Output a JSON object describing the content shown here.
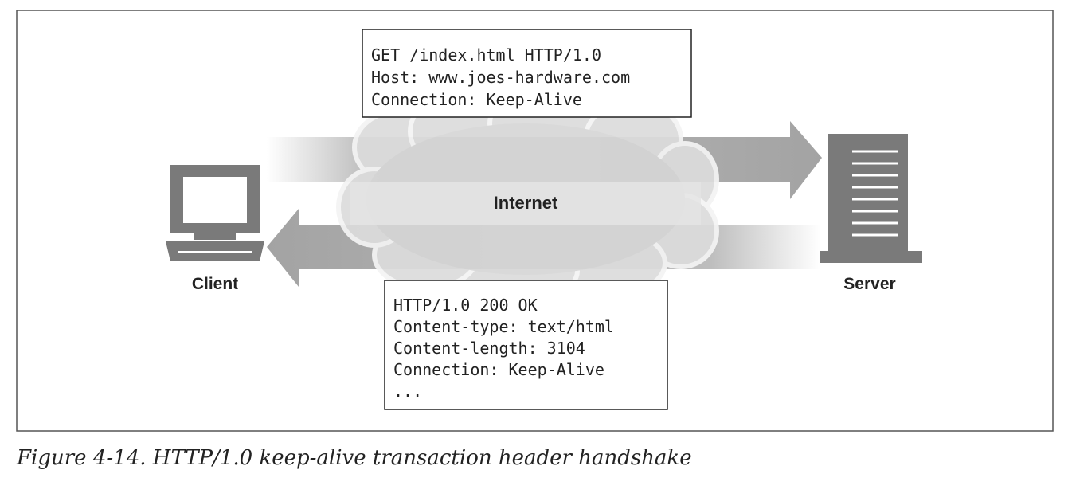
{
  "diagram": {
    "internet_label": "Internet",
    "client_label": "Client",
    "server_label": "Server",
    "request_box": {
      "lines": [
        "GET /index.html HTTP/1.0",
        "Host: www.joes-hardware.com",
        "Connection: Keep-Alive"
      ]
    },
    "response_box": {
      "lines": [
        "HTTP/1.0 200 OK",
        "Content-type: text/html",
        "Content-length: 3104",
        "Connection: Keep-Alive",
        "..."
      ]
    }
  },
  "caption": "Figure 4-14. HTTP/1.0 keep-alive transaction header handshake",
  "colors": {
    "frame": "#555555",
    "arrow": "#a8a8a8",
    "cloud_fill": "#d9d9d9",
    "cloud_stroke": "#ffffff",
    "computer": "#7a7a7a",
    "text": "#222222"
  }
}
